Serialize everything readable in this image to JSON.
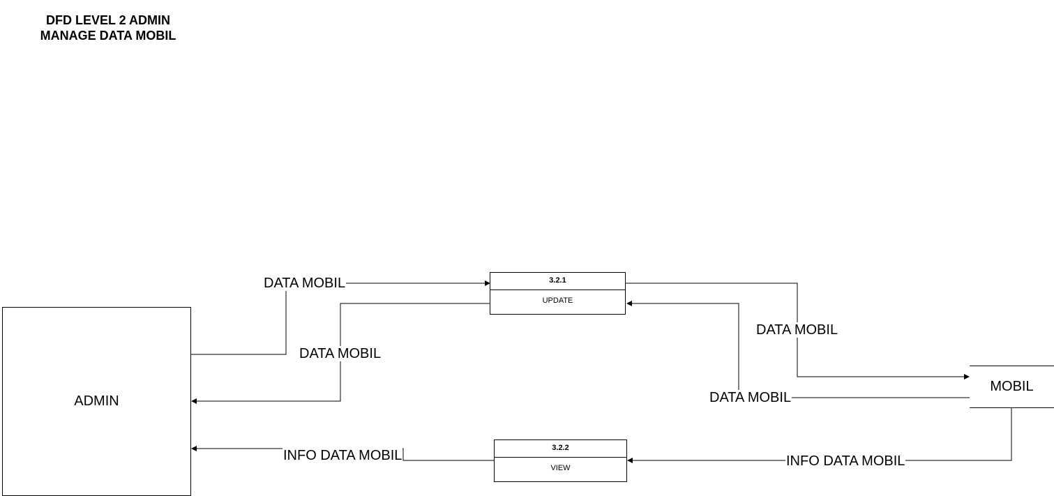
{
  "title": {
    "line1": "DFD LEVEL 2 ADMIN",
    "line2": "MANAGE DATA MOBIL"
  },
  "entities": {
    "admin": "ADMIN"
  },
  "processes": {
    "update": {
      "id": "3.2.1",
      "name": "UPDATE"
    },
    "view": {
      "id": "3.2.2",
      "name": "VIEW"
    }
  },
  "stores": {
    "mobil": "MOBIL"
  },
  "flows": {
    "admin_to_update": "DATA MOBIL",
    "update_to_admin": "DATA MOBIL",
    "update_to_mobil": "DATA MOBIL",
    "mobil_to_update": "DATA MOBIL",
    "mobil_to_view": "INFO DATA MOBIL",
    "view_to_admin": "INFO DATA MOBIL"
  }
}
